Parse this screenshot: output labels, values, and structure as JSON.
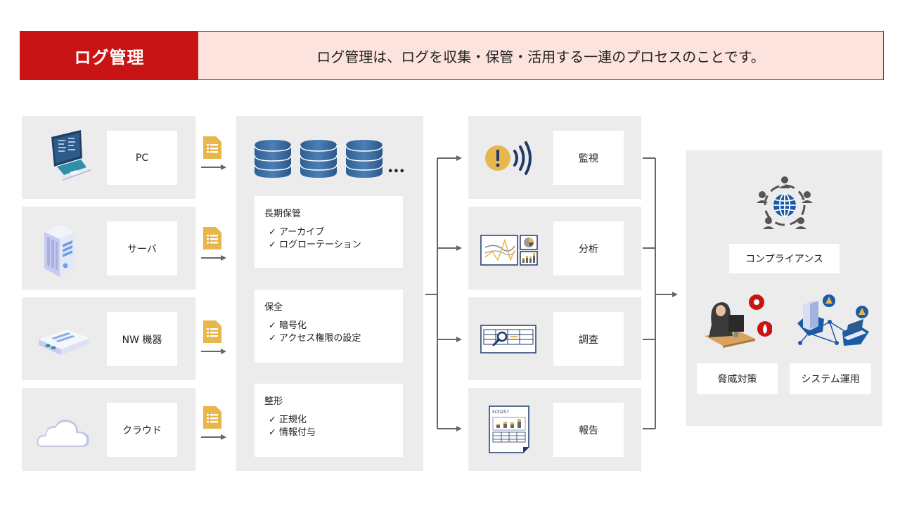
{
  "header": {
    "title": "ログ管理",
    "description": "ログ管理は、ログを収集・保管・活用する一連のプロセスのことです。"
  },
  "sources": [
    {
      "label": "PC",
      "icon": "laptop-icon"
    },
    {
      "label": "サーバ",
      "icon": "server-icon"
    },
    {
      "label": "NW 機器",
      "icon": "network-device-icon"
    },
    {
      "label": "クラウド",
      "icon": "cloud-icon"
    }
  ],
  "storage": {
    "icon": "database-icon",
    "ellipsis": "•••",
    "boxes": [
      {
        "title": "長期保管",
        "items": [
          "✓ アーカイブ",
          "✓ ログローテーション"
        ]
      },
      {
        "title": "保全",
        "items": [
          "✓ 暗号化",
          "✓ アクセス権限の設定"
        ]
      },
      {
        "title": "整形",
        "items": [
          "✓ 正規化",
          "✓ 情報付与"
        ]
      }
    ]
  },
  "uses": [
    {
      "label": "監視",
      "icon": "alert-signal-icon"
    },
    {
      "label": "分析",
      "icon": "analytics-charts-icon"
    },
    {
      "label": "調査",
      "icon": "table-search-icon"
    },
    {
      "label": "報告",
      "icon": "report-document-icon"
    }
  ],
  "outcomes": {
    "compliance": "コンプライアンス",
    "threat": "脅威対策",
    "operations": "システム運用",
    "report_doc_heading": "5(3)257"
  },
  "colors": {
    "accent_red": "#c81414",
    "header_bg": "#fde3dd",
    "panel_bg": "#ececec",
    "db_blue": "#3a6ea5",
    "doc_yellow": "#e8b64a",
    "arrow_gray": "#666666",
    "navy": "#1f3a68"
  }
}
